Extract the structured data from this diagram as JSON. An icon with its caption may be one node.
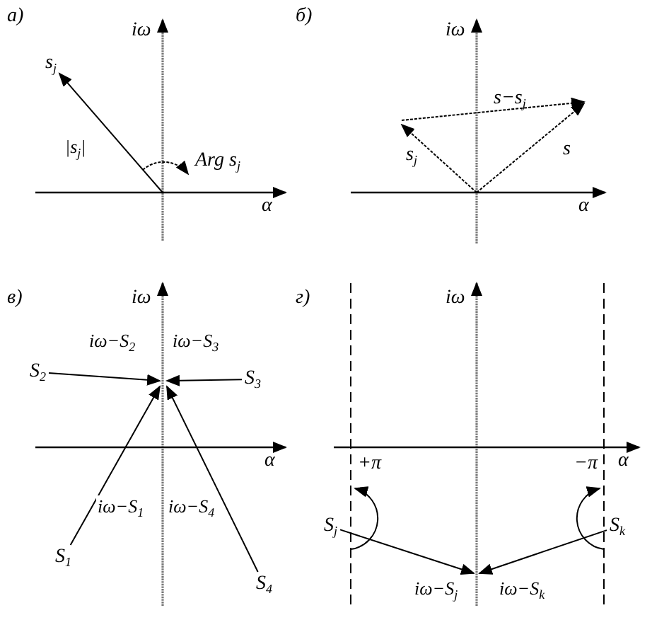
{
  "diagram": {
    "nodes": [
      {
        "text": [
          "s$_{j}$"
        ]
      },
      {
        "text": [
          "S$_{2}$"
        ]
      },
      {
        "text": [
          "S$_{3}$"
        ]
      },
      {
        "text": [
          "S$_{1}$"
        ]
      },
      {
        "text": [
          "S$_{4}$"
        ]
      },
      {
        "text": [
          "S$_{j}$"
        ]
      },
      {
        "text": [
          "S$_{k}$"
        ]
      }
    ],
    "edges": [
      {
        "from": null,
        "to": 0,
        "arrow": "to",
        "label": "|s$_{j}$|"
      },
      {
        "from": 1,
        "to": null,
        "arrow": "to",
        "label": "iω−S$_{2}$"
      },
      {
        "from": 2,
        "to": null,
        "arrow": "to",
        "label": "iω−S$_{3}$"
      },
      {
        "from": 3,
        "to": null,
        "arrow": "to",
        "label": "iω−S$_{1}$"
      },
      {
        "from": 4,
        "to": null,
        "arrow": "to",
        "label": "iω−S$_{4}$"
      },
      {
        "from": 5,
        "to": null,
        "arrow": "to",
        "label": "iω−S$_{j}$"
      },
      {
        "from": 6,
        "to": null,
        "arrow": "to",
        "label": "iω−S$_{k}$"
      }
    ],
    "labels": [
      "а)",
      "iω",
      "Arg s$_{j}$",
      "α",
      "б)",
      "iω",
      "s−s$_{j}$",
      "s$_{j}$",
      "s",
      "α",
      "в)",
      "iω",
      "α",
      "г)",
      "iω",
      "+π",
      "−π",
      "α"
    ]
  }
}
